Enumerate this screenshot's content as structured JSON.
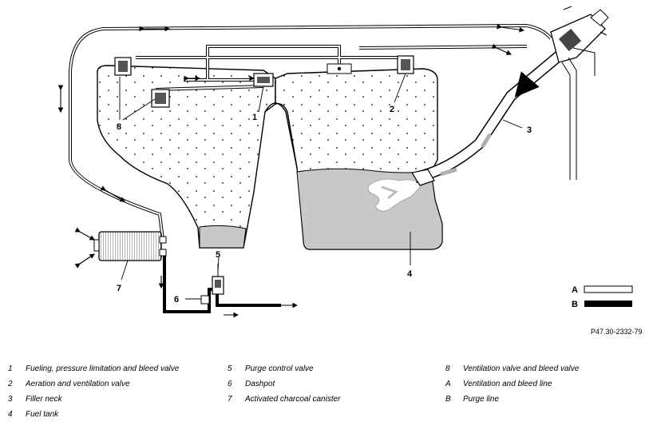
{
  "callouts": {
    "c1": "1",
    "c2": "2",
    "c3": "3",
    "c4": "4",
    "c5": "5",
    "c6": "6",
    "c7": "7",
    "c8": "8"
  },
  "key": {
    "a_letter": "A",
    "b_letter": "B"
  },
  "reference_code": "P47.30-2332-79",
  "legend": [
    {
      "num": "1",
      "text": "Fueling, pressure limitation and bleed valve"
    },
    {
      "num": "2",
      "text": "Aeration and ventilation valve"
    },
    {
      "num": "3",
      "text": "Filler neck"
    },
    {
      "num": "4",
      "text": "Fuel tank"
    },
    {
      "num": "5",
      "text": "Purge control valve"
    },
    {
      "num": "6",
      "text": "Dashpot"
    },
    {
      "num": "7",
      "text": "Activated charcoal canister"
    },
    {
      "num": "8",
      "text": "Ventilation valve and bleed valve"
    },
    {
      "num": "A",
      "text": "Ventilation and bleed line"
    },
    {
      "num": "B",
      "text": "Purge line"
    }
  ],
  "colors": {
    "fuel": "#c8c8c8",
    "line": "#000000",
    "tank_fill": "#ffffff",
    "arrow_gray": "#b0b0b0"
  }
}
